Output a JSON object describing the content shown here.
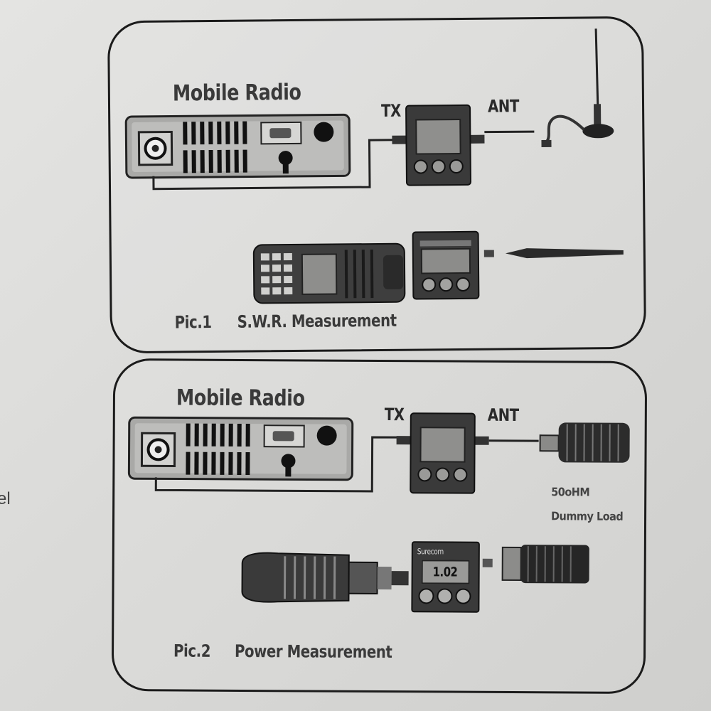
{
  "margin_text": "el",
  "figures": [
    {
      "title": "Mobile Radio",
      "tx_label": "TX",
      "ant_label": "ANT",
      "caption_number": "Pic.1",
      "caption_text": "S.W.R. Measurement",
      "icons": [
        "mobile-radio-icon",
        "swr-meter-icon",
        "magnetic-antenna-icon",
        "handheld-radio-icon",
        "whip-antenna-icon"
      ]
    },
    {
      "title": "Mobile Radio",
      "tx_label": "TX",
      "ant_label": "ANT",
      "load_line1": "50oHM",
      "load_line2": "Dummy Load",
      "meter_brand": "Surecom",
      "meter_reading": "1.02",
      "caption_number": "Pic.2",
      "caption_text": "Power Measurement",
      "icons": [
        "mobile-radio-icon",
        "swr-meter-icon",
        "dummy-load-icon",
        "handheld-radio-icon"
      ]
    }
  ]
}
